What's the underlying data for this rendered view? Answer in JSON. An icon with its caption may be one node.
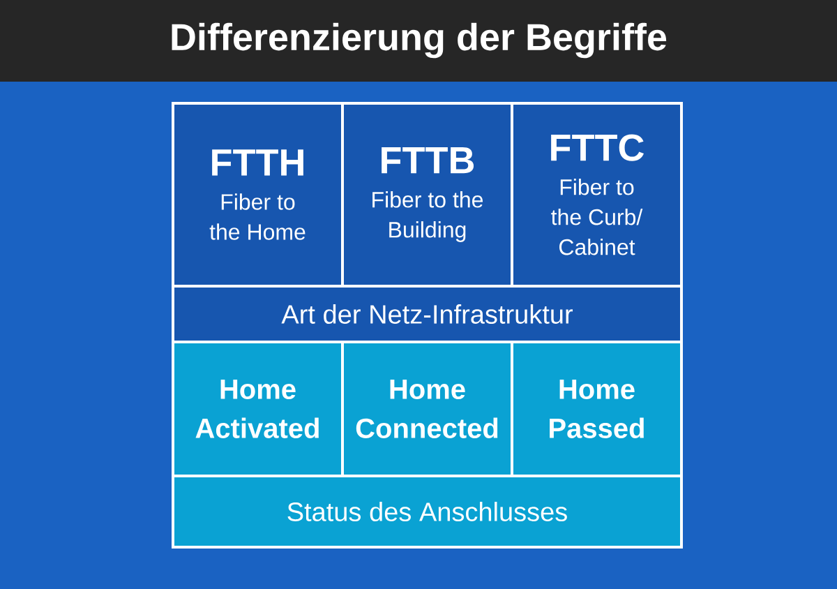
{
  "diagram": {
    "title": "Differenzierung der Begriffe",
    "nodes": [
      {
        "text": [
          "FTTH",
          "Fiber to the Home"
        ]
      },
      {
        "text": [
          "FTTB",
          "Fiber to the Building"
        ]
      },
      {
        "text": [
          "FTTC",
          "Fiber to the Curb/ Cabinet"
        ]
      },
      {
        "text": [
          "Art der Netz-Infrastruktur"
        ]
      },
      {
        "text": [
          "Home Activated"
        ]
      },
      {
        "text": [
          "Home Connected"
        ]
      },
      {
        "text": [
          "Home Passed"
        ]
      },
      {
        "text": [
          "Status des Anschlusses"
        ]
      }
    ]
  }
}
